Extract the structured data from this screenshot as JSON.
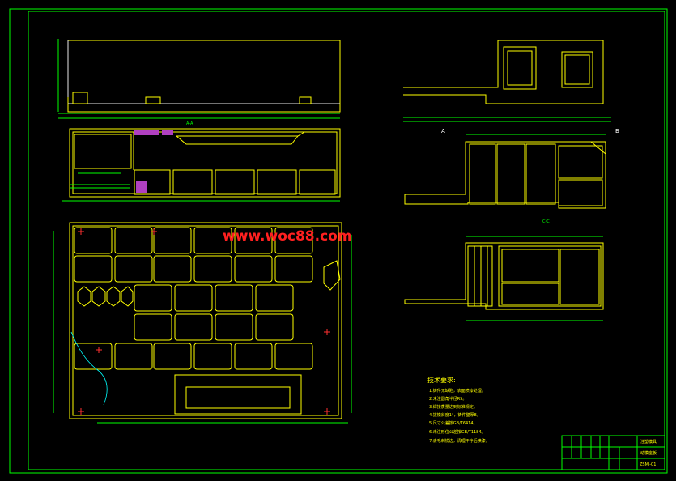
{
  "watermark": "www.woc88.com",
  "sections": {
    "top_view": "A-A",
    "right_section_a": "A",
    "right_section_b": "B",
    "right_section_c": "C-C"
  },
  "tech_requirements": {
    "title": "技术要求:",
    "items": [
      "1.铸件无缺陷，表面喷漆处理。",
      "2.未注圆角半径R5。",
      "3.焊接质量达到标准规定。",
      "4.拔模斜度1°，铸件壁厚8。",
      "5.尺寸公差按GB/T6414。",
      "6.未注形位公差按GB/T1184。",
      "7.去毛刺锐边，清理干净后喷漆。"
    ]
  },
  "title_block": {
    "part_name": "注塑模具",
    "drawing_name": "动模座板",
    "drawing_no": "ZSMJ-01"
  },
  "colors": {
    "frame": "#00ff00",
    "outline": "#ffff00",
    "dimension": "#00ff00",
    "center": "#ff3030",
    "hatch": "#b040c0"
  }
}
